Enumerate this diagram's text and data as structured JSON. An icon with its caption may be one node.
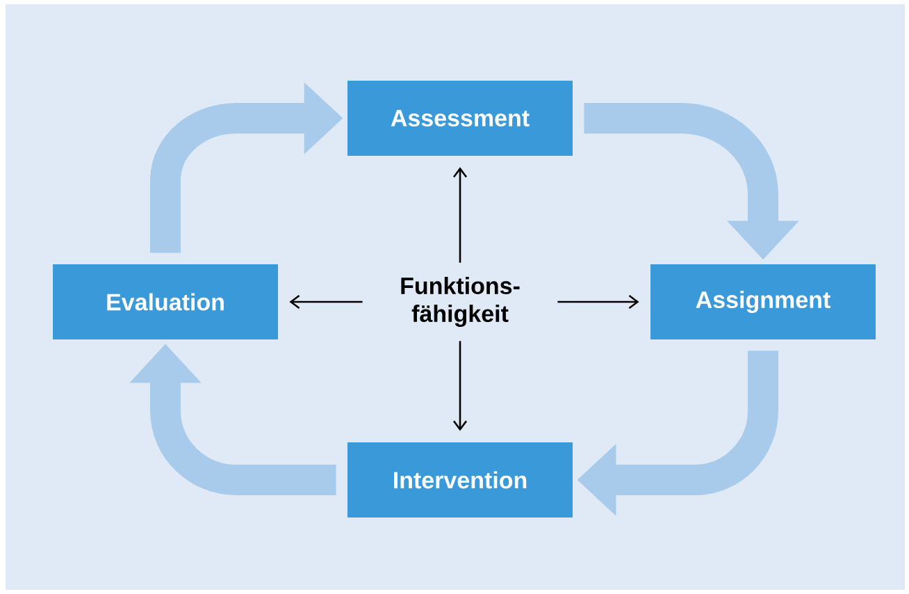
{
  "diagram": {
    "nodes": [
      {
        "text": [
          "Assessment"
        ]
      },
      {
        "text": [
          "Evaluation"
        ]
      },
      {
        "text": [
          "Funktions- fähigkeit"
        ]
      },
      {
        "text": [
          "Assignment"
        ]
      },
      {
        "text": [
          "Intervention"
        ]
      }
    ],
    "edges": [
      {
        "from": 1,
        "to": 0,
        "arrow": "to",
        "style": "thick",
        "color": "#a9cbeb"
      },
      {
        "from": 0,
        "to": 3,
        "arrow": "to",
        "style": "thick",
        "color": "#a9cbeb"
      },
      {
        "from": 3,
        "to": 4,
        "arrow": "to",
        "style": "thick",
        "color": "#a9cbeb"
      },
      {
        "from": 4,
        "to": 1,
        "arrow": "to",
        "style": "thick",
        "color": "#a9cbeb"
      },
      {
        "from": 2,
        "to": 0,
        "arrow": "to",
        "color": "#000000"
      },
      {
        "from": 2,
        "to": 3,
        "arrow": "to",
        "color": "#000000"
      },
      {
        "from": 2,
        "to": 4,
        "arrow": "to",
        "color": "#000000"
      },
      {
        "from": 2,
        "to": 1,
        "arrow": "to",
        "color": "#000000"
      }
    ]
  }
}
